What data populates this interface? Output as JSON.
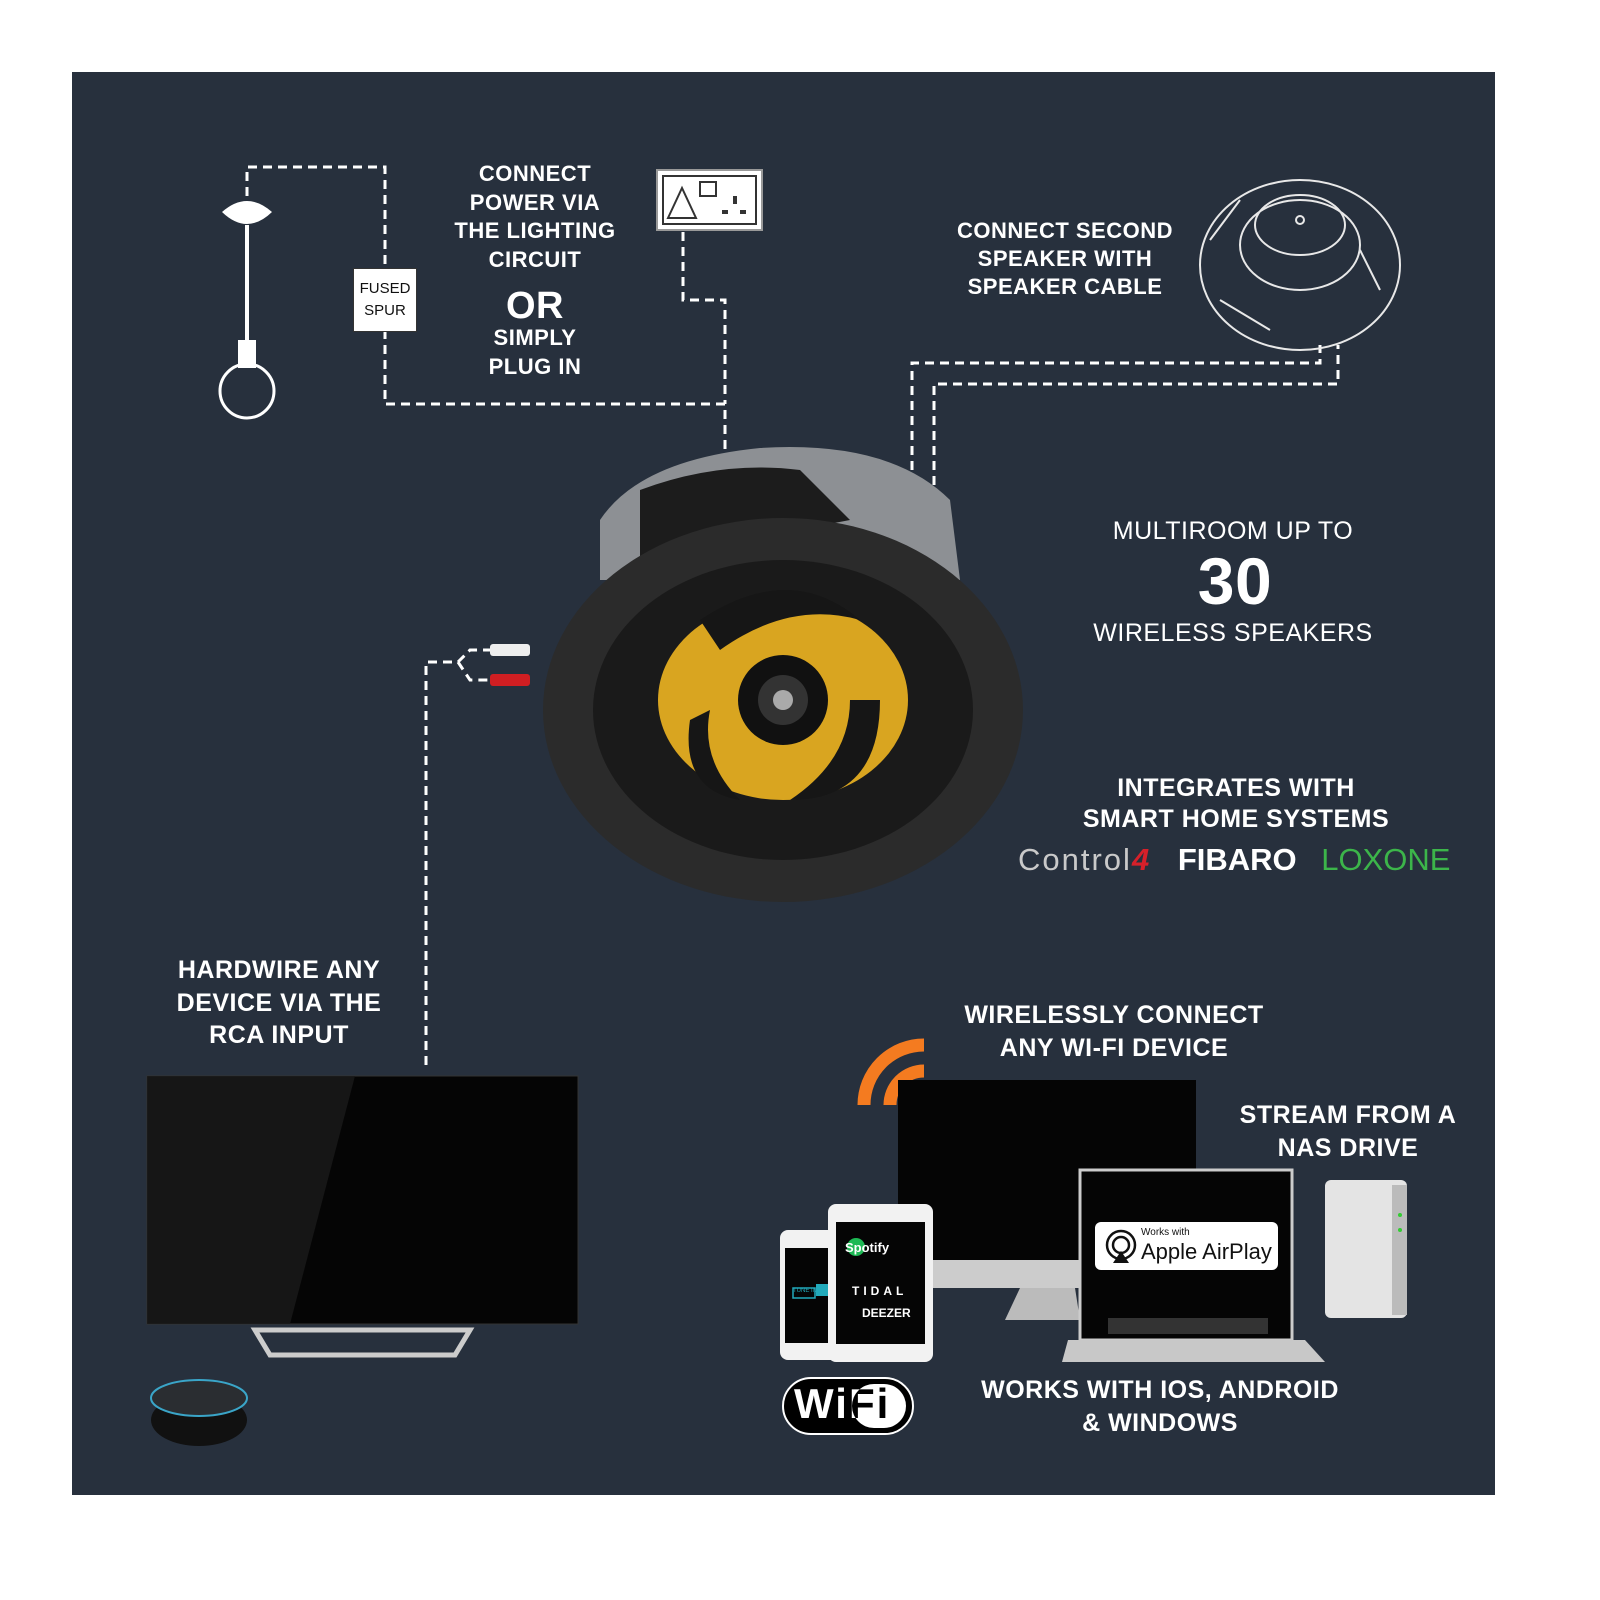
{
  "background_color": "#27303d",
  "power": {
    "lines": [
      "CONNECT",
      "POWER VIA",
      "THE LIGHTING",
      "CIRCUIT"
    ],
    "or": "OR",
    "plug_lines": [
      "SIMPLY",
      "PLUG IN"
    ],
    "fused_spur": [
      "FUSED",
      "SPUR"
    ]
  },
  "second_speaker": {
    "lines": [
      "CONNECT SECOND",
      "SPEAKER WITH",
      "SPEAKER CABLE"
    ]
  },
  "multiroom": {
    "top": "MULTIROOM UP TO",
    "number": "30",
    "bottom": "WIRELESS SPEAKERS"
  },
  "smart_home": {
    "lines": [
      "INTEGRATES WITH",
      "SMART HOME SYSTEMS"
    ],
    "logos": {
      "control4": "Control",
      "control4_mark": "4",
      "fibaro": "FIBARO",
      "loxone": "LOXONE"
    },
    "colors": {
      "control4": "#c9c9c9",
      "control4_mark": "#d6202a",
      "fibaro": "#ffffff",
      "loxone": "#3cb54a"
    }
  },
  "hardwire": {
    "lines": [
      "HARDWIRE ANY",
      "DEVICE VIA THE",
      "RCA INPUT"
    ]
  },
  "wireless": {
    "lines": [
      "WIRELESSLY CONNECT",
      "ANY WI-FI DEVICE"
    ],
    "wifi_logo": "WiFi",
    "wifi_color": "#f47b20"
  },
  "nas": {
    "lines": [
      "STREAM FROM A",
      "NAS DRIVE"
    ]
  },
  "compat": {
    "lines": [
      "WORKS WITH IOS, ANDROID",
      "& WINDOWS"
    ]
  },
  "airplay": {
    "small": "Works with",
    "big": "Apple AirPlay"
  },
  "apps": [
    "Spotify",
    "TIDAL",
    "DEEZER",
    "TUNE IN"
  ]
}
